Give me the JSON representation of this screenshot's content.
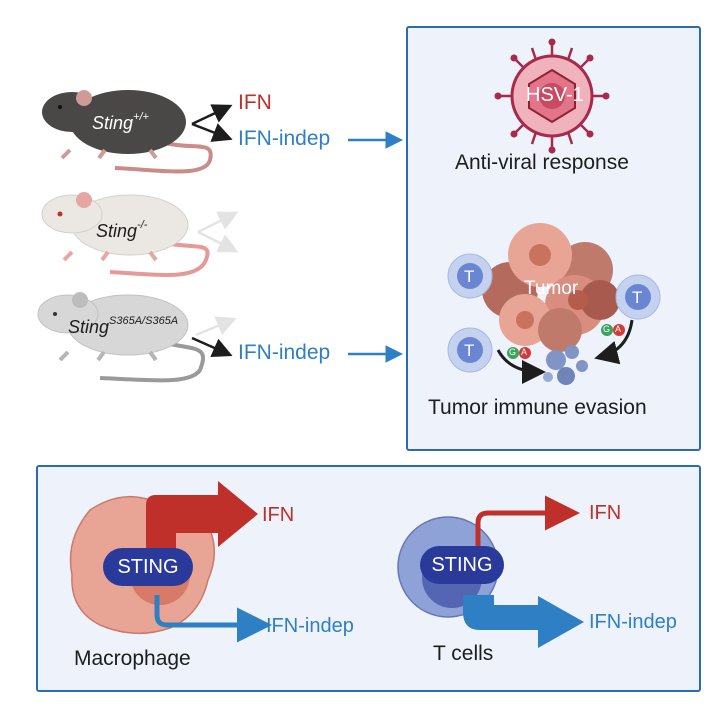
{
  "colors": {
    "ifn": "#c0302b",
    "ifn_indep": "#2f7fc4",
    "box_border": "#2b6cb0",
    "box_fill": "#eef3fb",
    "sting": "#2a3a9a"
  },
  "mice": [
    {
      "name": "Sting",
      "genotype": "+/+",
      "outputs": [
        "IFN",
        "IFN-indep"
      ]
    },
    {
      "name": "Sting",
      "genotype": "-/-",
      "outputs": []
    },
    {
      "name": "Sting",
      "genotype": "S365A/S365A",
      "outputs": [
        "IFN-indep"
      ]
    }
  ],
  "arrow_labels": {
    "wt_ifn": "IFN",
    "wt_indep": "IFN-indep",
    "mut_indep": "IFN-indep"
  },
  "right_panel": {
    "virus_label": "HSV-1",
    "antiviral_caption": "Anti-viral response",
    "tumor_label": "Tumor",
    "tcell_label": "T",
    "ga_g": "G",
    "ga_a": "A",
    "evasion_caption": "Tumor immune evasion"
  },
  "bottom_panel": {
    "macrophage": {
      "sting": "STING",
      "ifn": "IFN",
      "indep": "IFN-indep",
      "caption": "Macrophage"
    },
    "tcell": {
      "sting": "STING",
      "ifn": "IFN",
      "indep": "IFN-indep",
      "caption": "T cells"
    }
  }
}
